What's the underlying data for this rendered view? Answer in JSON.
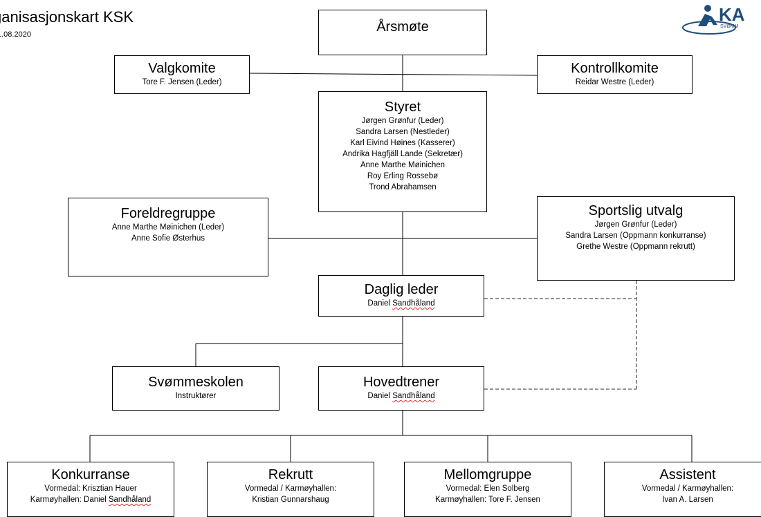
{
  "header": {
    "title": "ganisasjonskart KSK",
    "date": "1.08.2020"
  },
  "logo": {
    "text": "KA",
    "subtext": "SVØMM",
    "icon": "swimmer-logo-icon",
    "color": "#1f4e79"
  },
  "colors": {
    "line": "#000000",
    "dashed_line": "#555555",
    "spellcheck": "#e03030"
  },
  "boxes": {
    "arsmote": {
      "title": "Årsmøte",
      "lines": []
    },
    "valgkomite": {
      "title": "Valgkomite",
      "lines": [
        "Tore F. Jensen (Leder)"
      ]
    },
    "kontrollkomite": {
      "title": "Kontrollkomite",
      "lines": [
        "Reidar Westre (Leder)"
      ]
    },
    "styret": {
      "title": "Styret",
      "lines": [
        "Jørgen Grønfur (Leder)",
        "Sandra Larsen (Nestleder)",
        "Karl Eivind Høines (Kasserer)",
        "Andrika Hagfjäll Lande (Sekretær)",
        "Anne Marthe Møinichen",
        "Roy Erling Rossebø",
        "Trond Abrahamsen"
      ]
    },
    "foreldregruppe": {
      "title": "Foreldregruppe",
      "lines": [
        "Anne Marthe Møinichen (Leder)",
        "Anne Sofie Østerhus"
      ]
    },
    "sportslig": {
      "title": "Sportslig utvalg",
      "lines": [
        "Jørgen Grønfur (Leder)",
        "Sandra Larsen (Oppmann konkurranse)",
        "Grethe Westre (Oppmann rekrutt)"
      ]
    },
    "daglig": {
      "title": "Daglig leder",
      "line_prefix": "Daniel ",
      "line_flagged": "Sandhåland"
    },
    "svommeskolen": {
      "title": "Svømmeskolen",
      "lines": [
        "Instruktører"
      ]
    },
    "hovedtrener": {
      "title": "Hovedtrener",
      "line_prefix": "Daniel ",
      "line_flagged": "Sandhåland"
    },
    "konkurranse": {
      "title": "Konkurranse",
      "line1": "Vormedal: Krisztian Hauer",
      "line2_prefix": "Karmøyhallen: Daniel ",
      "line2_flagged": "Sandhåland"
    },
    "rekrutt": {
      "title": "Rekrutt",
      "lines": [
        "Vormedal / Karmøyhallen:",
        "Kristian Gunnarshaug"
      ]
    },
    "mellomgruppe": {
      "title": "Mellomgruppe",
      "lines": [
        "Vormedal: Elen Solberg",
        "Karmøyhallen: Tore F. Jensen"
      ]
    },
    "assistent": {
      "title": "Assistent",
      "lines": [
        "Vormedal / Karmøyhallen:",
        "Ivan A. Larsen"
      ]
    }
  }
}
